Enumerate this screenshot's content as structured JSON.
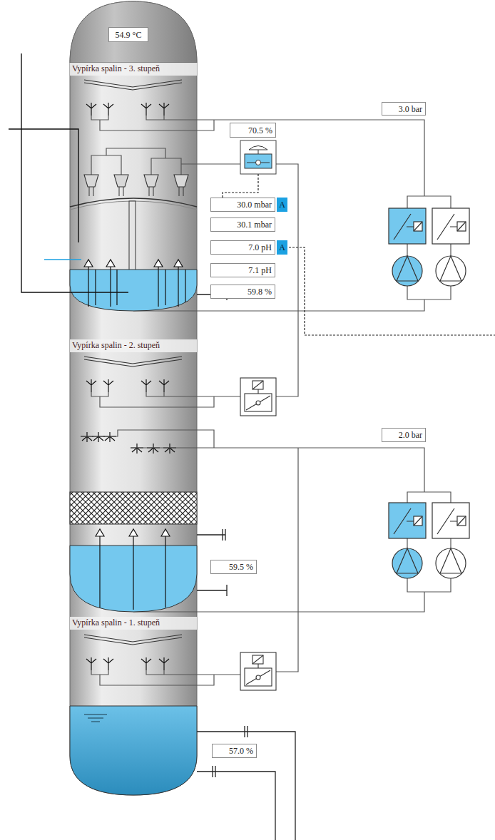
{
  "diagram": {
    "nodes": [
      {
        "text": [
          "54.9 °C"
        ]
      },
      {
        "text": [
          "3.0 bar"
        ]
      },
      {
        "text": [
          "70.5 %"
        ]
      },
      {
        "text": [
          "30.0 mbar"
        ]
      },
      {
        "text": [
          "A"
        ]
      },
      {
        "text": [
          "30.1 mbar"
        ]
      },
      {
        "text": [
          "7.0 pH"
        ]
      },
      {
        "text": [
          "A"
        ]
      },
      {
        "text": [
          "7.1 pH"
        ]
      },
      {
        "text": [
          "59.8 %"
        ]
      },
      {
        "text": [
          "2.0 bar"
        ]
      },
      {
        "text": [
          "59.5 %"
        ]
      },
      {
        "text": [
          "57.0 %"
        ]
      }
    ],
    "labels": [
      "Vypírka spalin - 3. stupeň",
      "Vypírka spalin - 2. stupeň",
      "Vypírka spalin - 1. stupeň"
    ]
  }
}
